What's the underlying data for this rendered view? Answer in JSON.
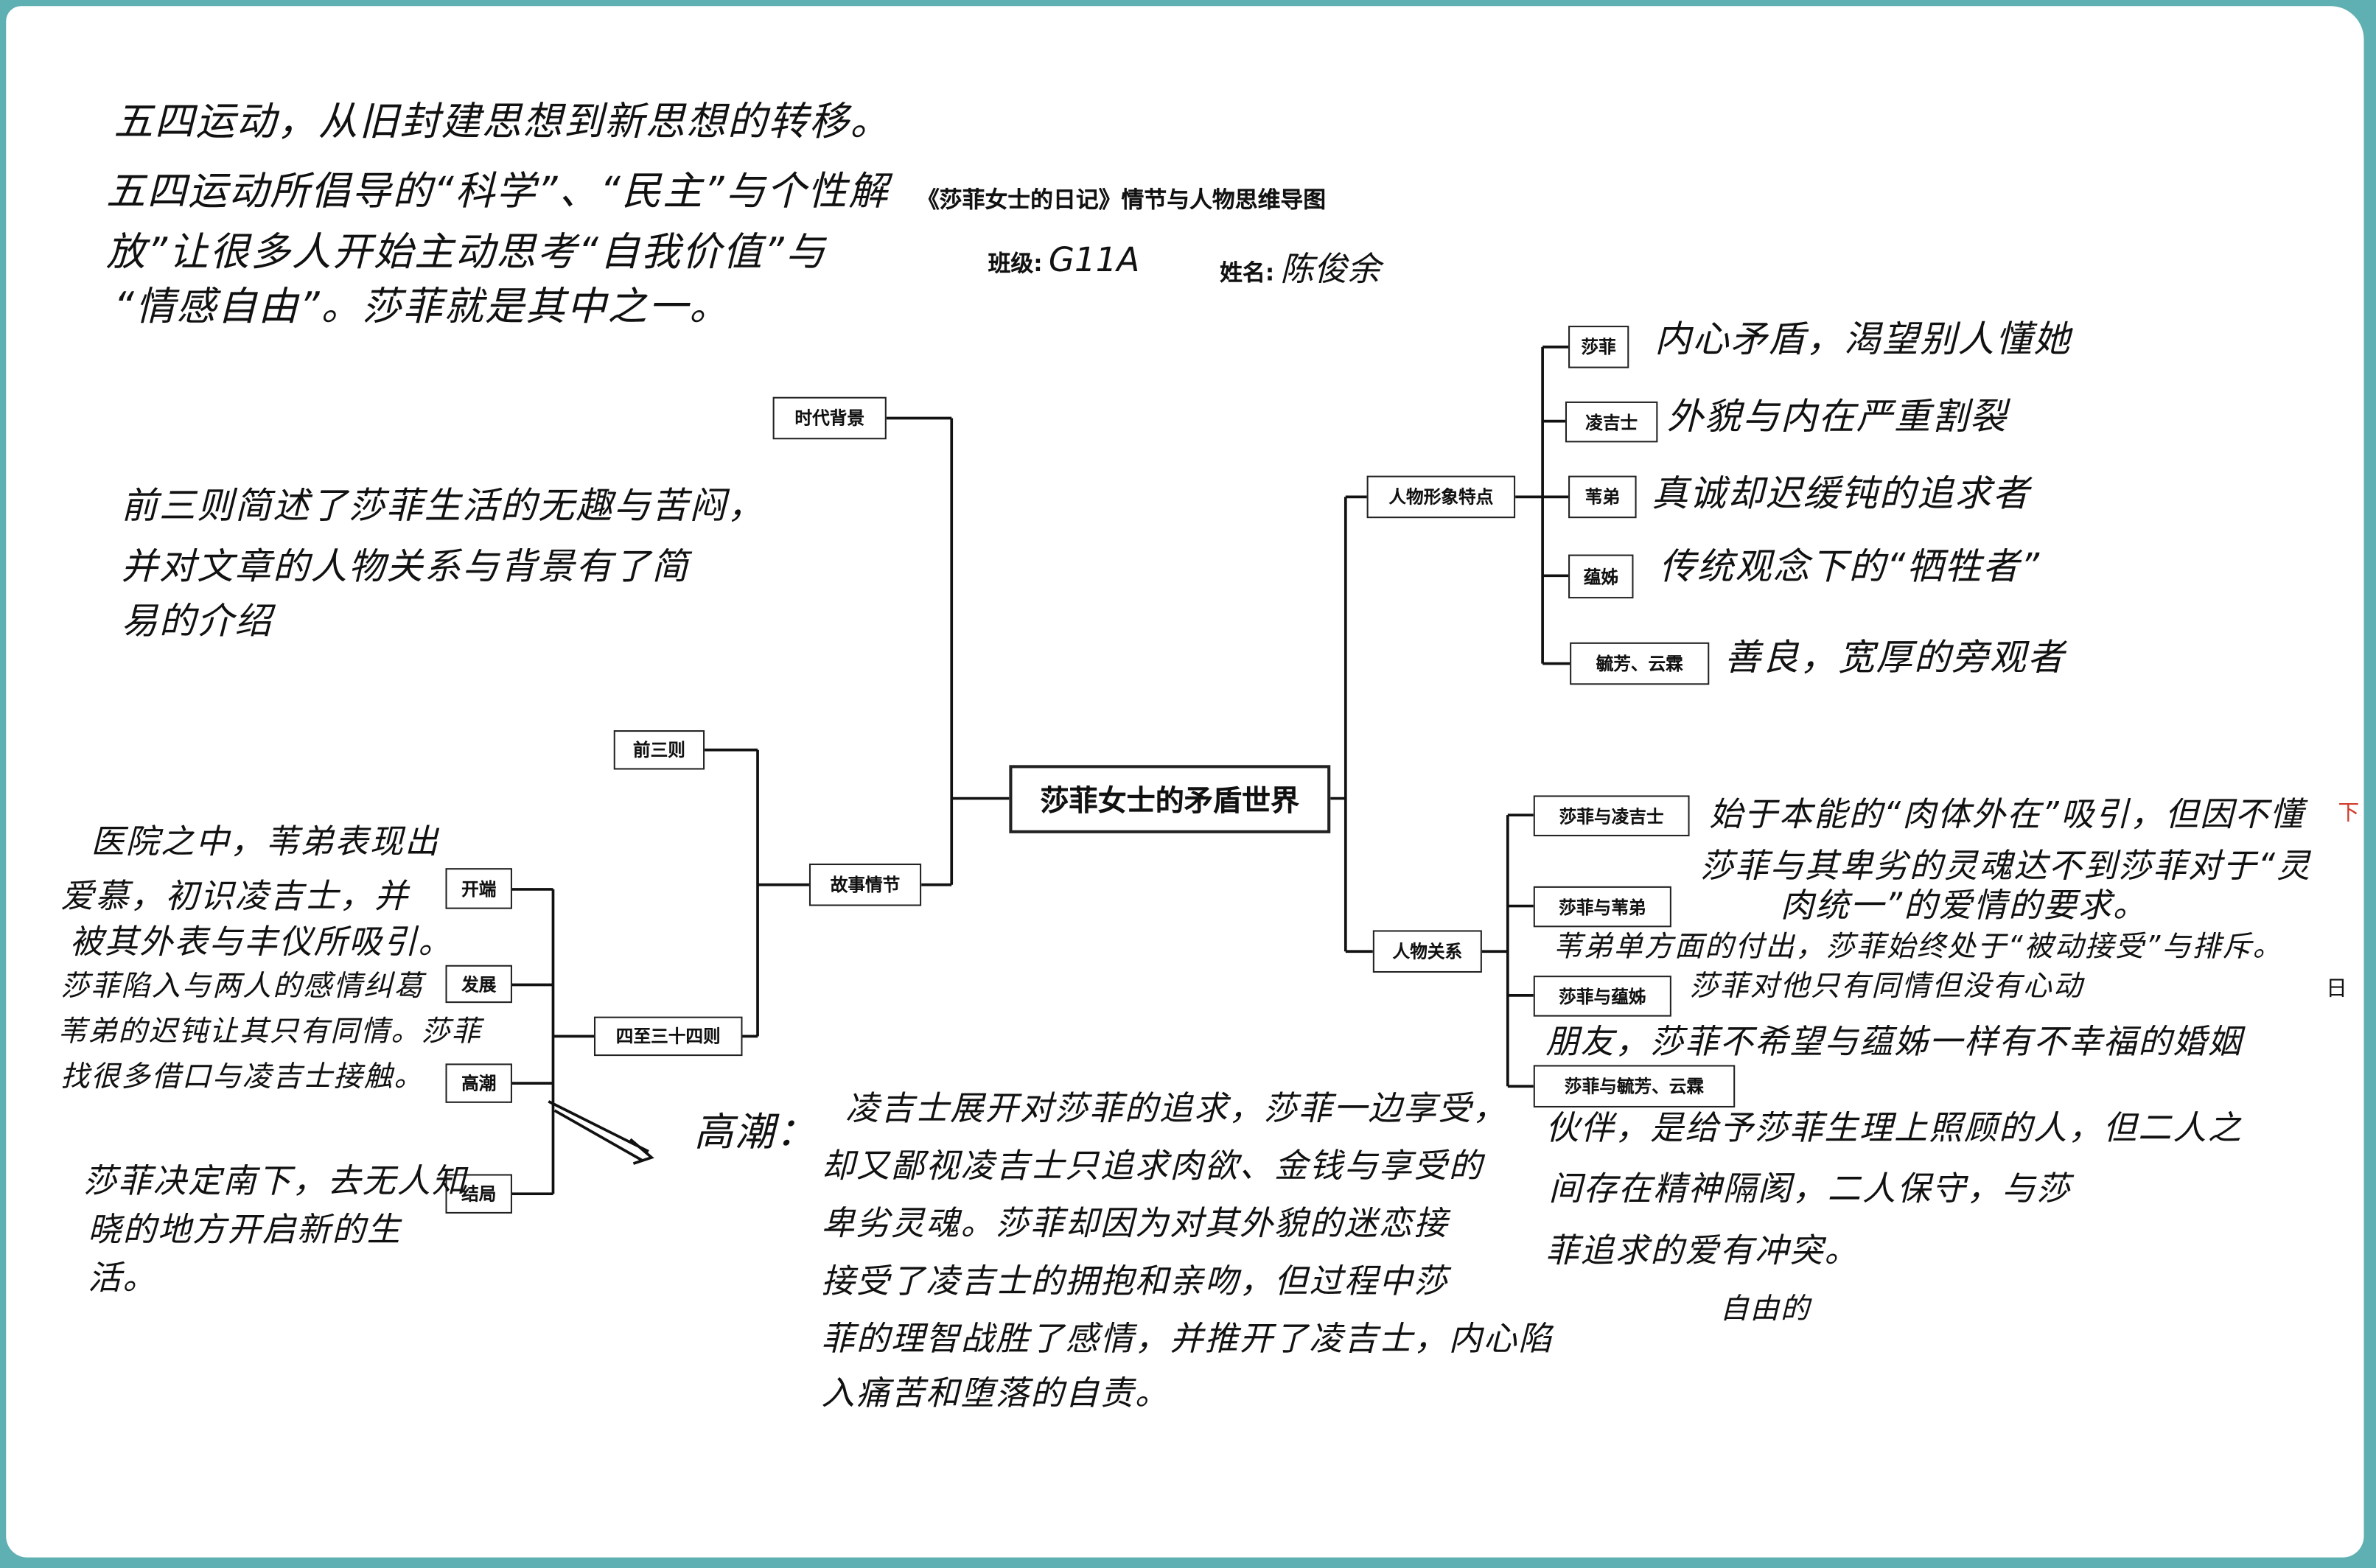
{
  "header": {
    "title": "《莎菲女士的日记》情节与人物思维导图",
    "class_label": "班级:",
    "class_value": "G11A",
    "name_label": "姓名:",
    "name_value": "陈俊余"
  },
  "intro_lines": [
    "五四运动，从旧封建思想到新思想的转移。",
    "五四运动所倡导的“科学”、“民主”与个性解",
    "放”让很多人开始主动思考“自我价值”与",
    "“情感自由”。莎菲就是其中之一。"
  ],
  "mindmap": {
    "center": "莎菲女士的矛盾世界",
    "era": "时代背景",
    "plot": "故事情节",
    "first_three": "前三则",
    "four_to_34": "四至三十四则",
    "stages": [
      "开端",
      "发展",
      "高潮",
      "结局"
    ],
    "traits": "人物形象特点",
    "relations": "人物关系",
    "characters": [
      "莎菲",
      "凌吉士",
      "苇弟",
      "蕴姊",
      "毓芳、云霖"
    ],
    "relation_items": [
      "莎菲与凌吉士",
      "莎菲与苇弟",
      "莎菲与蕴姊",
      "莎菲与毓芳、云霖"
    ]
  },
  "notes": {
    "first_three": [
      "前三则简述了莎菲生活的无趣与苦闷，",
      "并对文章的人物关系与背景有了简",
      "易的介绍"
    ],
    "beginning": [
      "医院之中，苇弟表现出",
      "爱慕，初识凌吉士，并",
      "被其外表与丰仪所吸引。",
      "莎菲陷入与两人的感情纠葛",
      "苇弟的迟钝让其只有同情。莎菲",
      "找很多借口与凌吉士接触。"
    ],
    "ending": [
      "莎菲决定南下，去无人知",
      "晓的地方开启新的生",
      "活。"
    ],
    "climax_label": "高潮：",
    "climax": [
      "凌吉士展开对莎菲的追求，莎菲一边享受，",
      "却又鄙视凌吉士只追求肉欲、金钱与享受的",
      "卑劣灵魂。莎菲却因为对其外貌的迷恋接",
      "接受了凌吉士的拥抱和亲吻，但过程中莎",
      "菲的理智战胜了感情，并推开了凌吉士，内心陷",
      "入痛苦和堕落的自责。"
    ],
    "characters": [
      "内心矛盾，渴望别人懂她",
      "外貌与内在严重割裂",
      "真诚却迟缓钝的追求者",
      "传统观念下的“牺牲者”",
      "善良，宽厚的旁观者"
    ],
    "rel_ling": [
      "始于本能的“肉体外在”吸引，但因不懂",
      "莎菲与其卑劣的灵魂达不到莎菲对于“灵",
      "肉统一”的爱情的要求。"
    ],
    "rel_wei": [
      "苇弟单方面的付出，莎菲始终处于“被动接受”与排斥。",
      "莎菲对他只有同情但没有心动"
    ],
    "rel_yun": [
      "朋友，莎菲不希望与蕴姊一样有不幸福的婚姻"
    ],
    "rel_yu": [
      "伙伴，是给予莎菲生理上照顾的人，但二人之",
      "间存在精神隔阂，二人保守，与莎",
      "菲追求的爱有冲突。"
    ],
    "rel_yu_insert": "自由的"
  },
  "margin_marks": [
    "下",
    "日"
  ],
  "colors": {
    "border": "#5fb0b2",
    "ink": "#111111",
    "red_mark": "#d23a2a"
  }
}
